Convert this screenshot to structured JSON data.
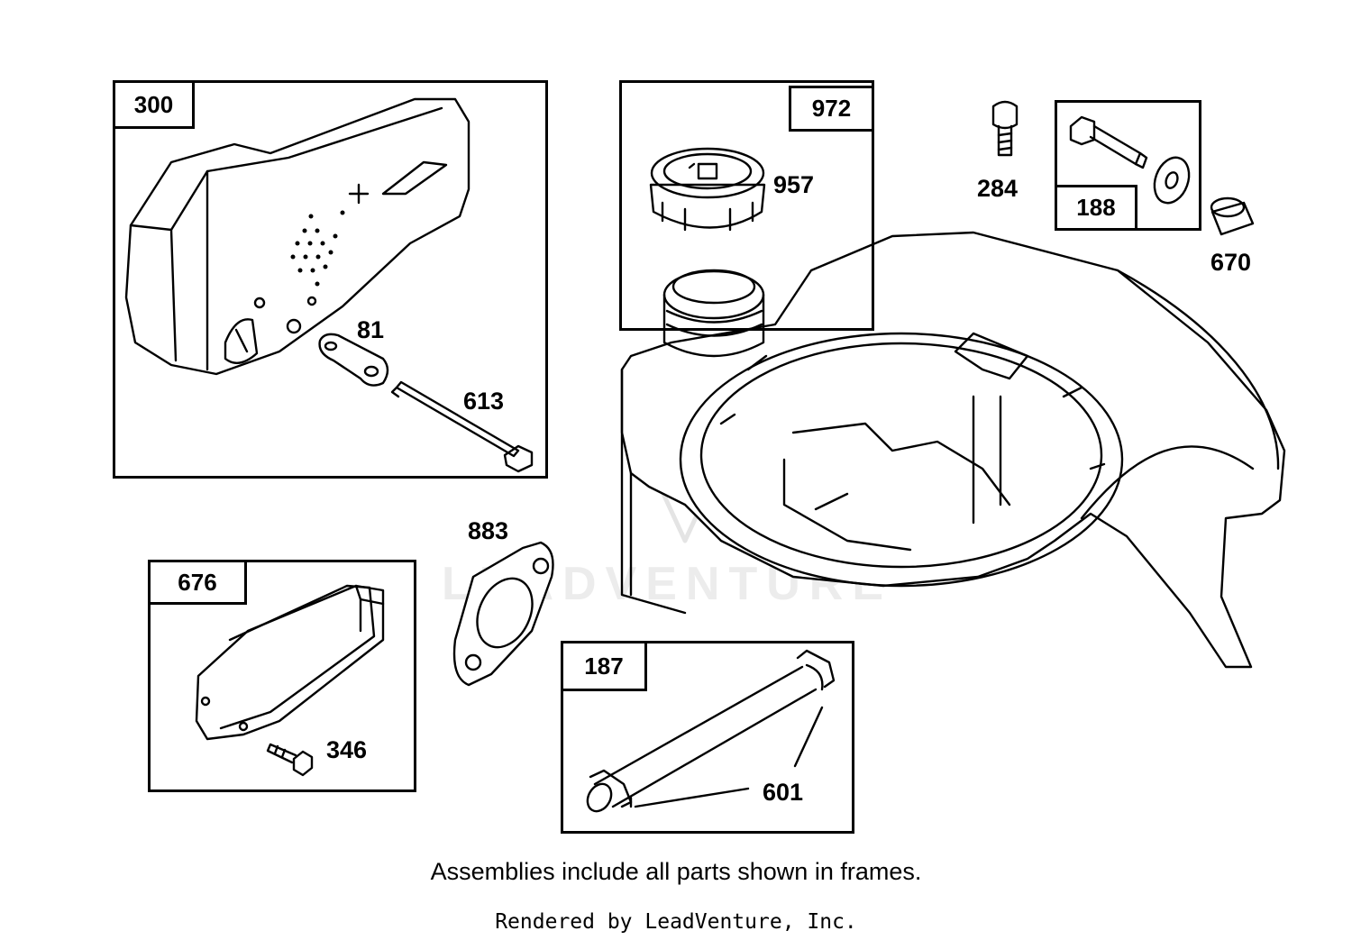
{
  "frames": {
    "muffler_assembly": "300",
    "fuel_tank_assembly": "972",
    "bolt_spacer_assembly": "188",
    "deflector_assembly": "676",
    "fuel_line_assembly": "187"
  },
  "parts": {
    "lock_plate": "81",
    "muffler_bolt": "613",
    "fuel_cap": "957",
    "screw_284": "284",
    "spacer": "670",
    "gasket": "883",
    "screw_346": "346",
    "clamp": "601"
  },
  "watermark": "LEADVENTURE",
  "footer": {
    "note": "Assemblies include all parts shown in frames.",
    "credit": "Rendered by LeadVenture, Inc."
  }
}
